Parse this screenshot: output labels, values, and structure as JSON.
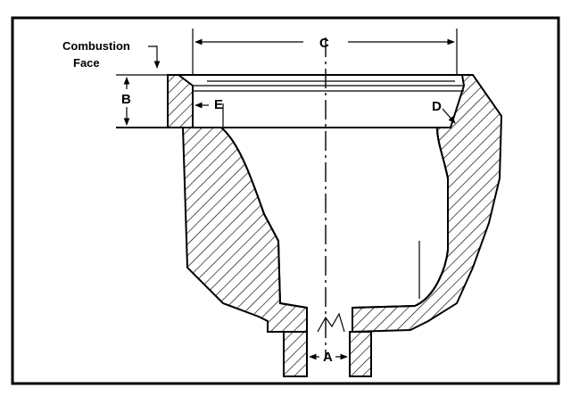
{
  "diagram": {
    "labels": {
      "combustion_face_line1": "Combustion",
      "combustion_face_line2": "Face",
      "a": "A",
      "b": "B",
      "c": "C",
      "d": "D",
      "e": "E"
    }
  }
}
